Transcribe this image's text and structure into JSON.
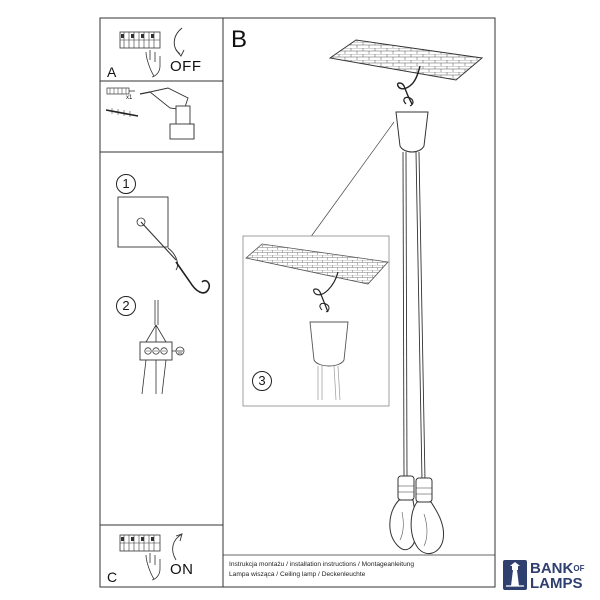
{
  "panels": {
    "a": {
      "letter": "A",
      "state": "OFF"
    },
    "b": {
      "letter": "B"
    },
    "c": {
      "letter": "C",
      "state": "ON"
    }
  },
  "steps": [
    "1",
    "2",
    "3"
  ],
  "quantity_label": "x1",
  "captions": {
    "line1": "Instrukcja montażu / installation instructions / Montageanleitung",
    "line2": "Lampa wisząca / Ceiling lamp  / Deckenleuchte"
  },
  "brand": {
    "word1": "BANK",
    "of": "OF",
    "word2": "LAMPS",
    "color": "#2f3f6e"
  },
  "icons": [
    "fuse-box-icon",
    "hand-icon",
    "rotate-arrow-icon",
    "drill-icon",
    "wall-plug-icon",
    "screw-icon",
    "hook-icon",
    "terminal-block-icon",
    "ground-icon",
    "lighthouse-icon"
  ]
}
